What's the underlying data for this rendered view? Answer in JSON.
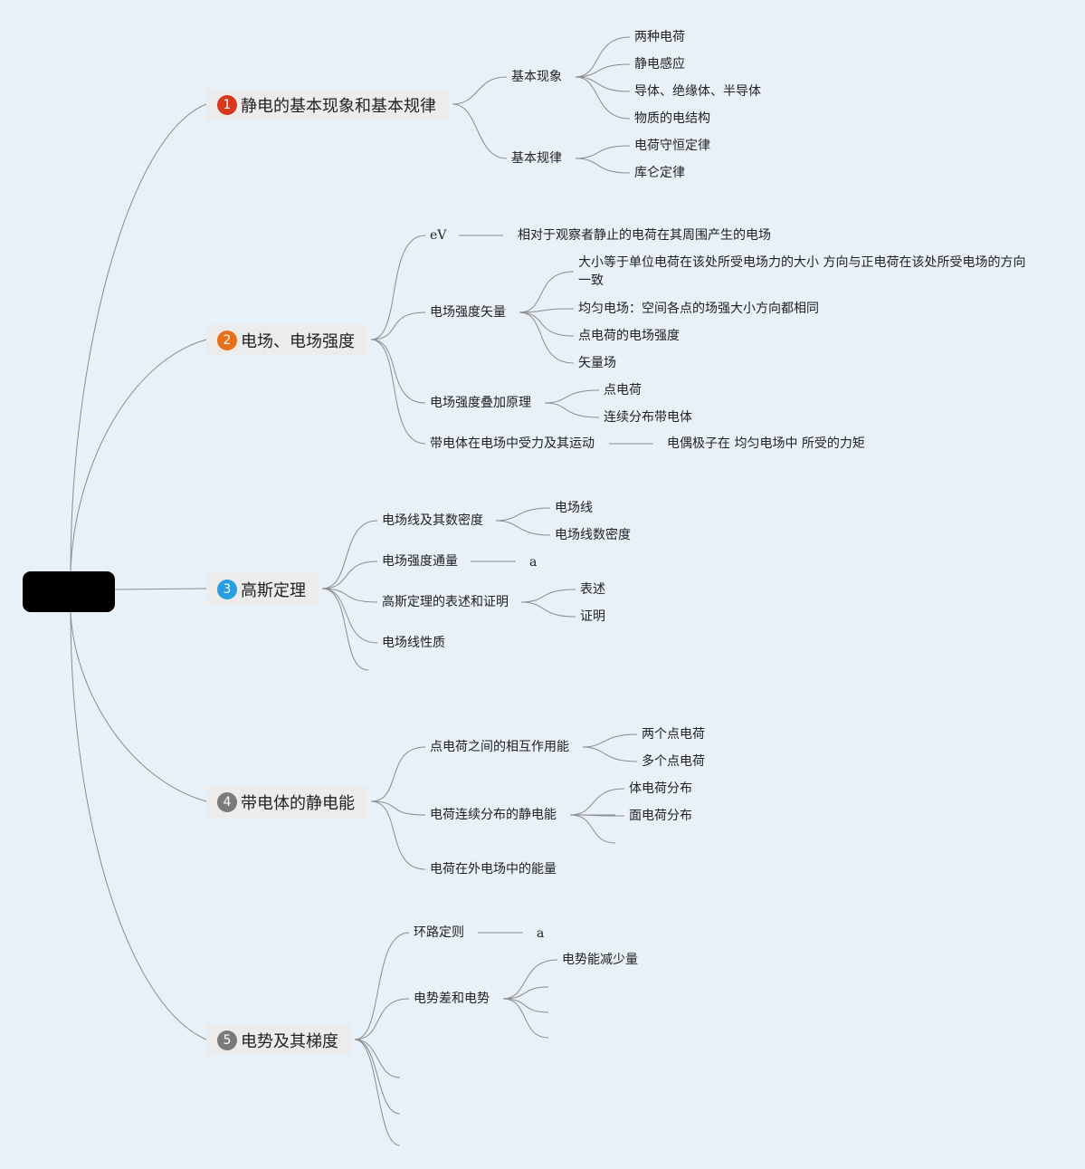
{
  "branches": [
    {
      "number": "1",
      "badge_color": "#d63a1a",
      "title": "静电的基本现象和基本规律",
      "children": [
        {
          "label": "基本现象",
          "children": [
            "两种电荷",
            "静电感应",
            "导体、绝缘体、半导体",
            "物质的电结构"
          ]
        },
        {
          "label": "基本规律",
          "children": [
            "电荷守恒定律",
            "库仑定律"
          ]
        }
      ]
    },
    {
      "number": "2",
      "badge_color": "#e8701a",
      "title": "电场、电场强度",
      "children": [
        {
          "label": "eV",
          "children": [
            "相对于观察者静止的电荷在其周围产生的电场"
          ]
        },
        {
          "label": "电场强度矢量",
          "children": [
            "大小等于单位电荷在该处所受电场力的大小 方向与正电荷在该处所受电场的方向一致",
            "均匀电场：空间各点的场强大小方向都相同",
            "点电荷的电场强度",
            "矢量场"
          ]
        },
        {
          "label": "电场强度叠加原理",
          "children": [
            "点电荷",
            "连续分布带电体"
          ]
        },
        {
          "label": "带电体在电场中受力及其运动",
          "children": [
            "电偶极子在 均匀电场中 所受的力矩"
          ]
        }
      ]
    },
    {
      "number": "3",
      "badge_color": "#2a9de0",
      "title": "高斯定理",
      "children": [
        {
          "label": "电场线及其数密度",
          "children": [
            "电场线",
            "电场线数密度"
          ]
        },
        {
          "label": "电场强度通量",
          "children": [
            "a"
          ]
        },
        {
          "label": "高斯定理的表述和证明",
          "children": [
            "表述",
            "证明"
          ]
        },
        {
          "label": "电场线性质",
          "children": []
        }
      ]
    },
    {
      "number": "4",
      "badge_color": "#7a7a7a",
      "title": "带电体的静电能",
      "children": [
        {
          "label": "点电荷之间的相互作用能",
          "children": [
            "两个点电荷",
            "多个点电荷"
          ]
        },
        {
          "label": "电荷连续分布的静电能",
          "children": [
            "体电荷分布",
            "面电荷分布"
          ]
        },
        {
          "label": "电荷在外电场中的能量",
          "children": []
        }
      ]
    },
    {
      "number": "5",
      "badge_color": "#7a7a7a",
      "title": "电势及其梯度",
      "children": [
        {
          "label": "环路定则",
          "children": [
            "a"
          ]
        },
        {
          "label": "电势差和电势",
          "children": [
            "电势能减少量"
          ]
        }
      ]
    }
  ]
}
